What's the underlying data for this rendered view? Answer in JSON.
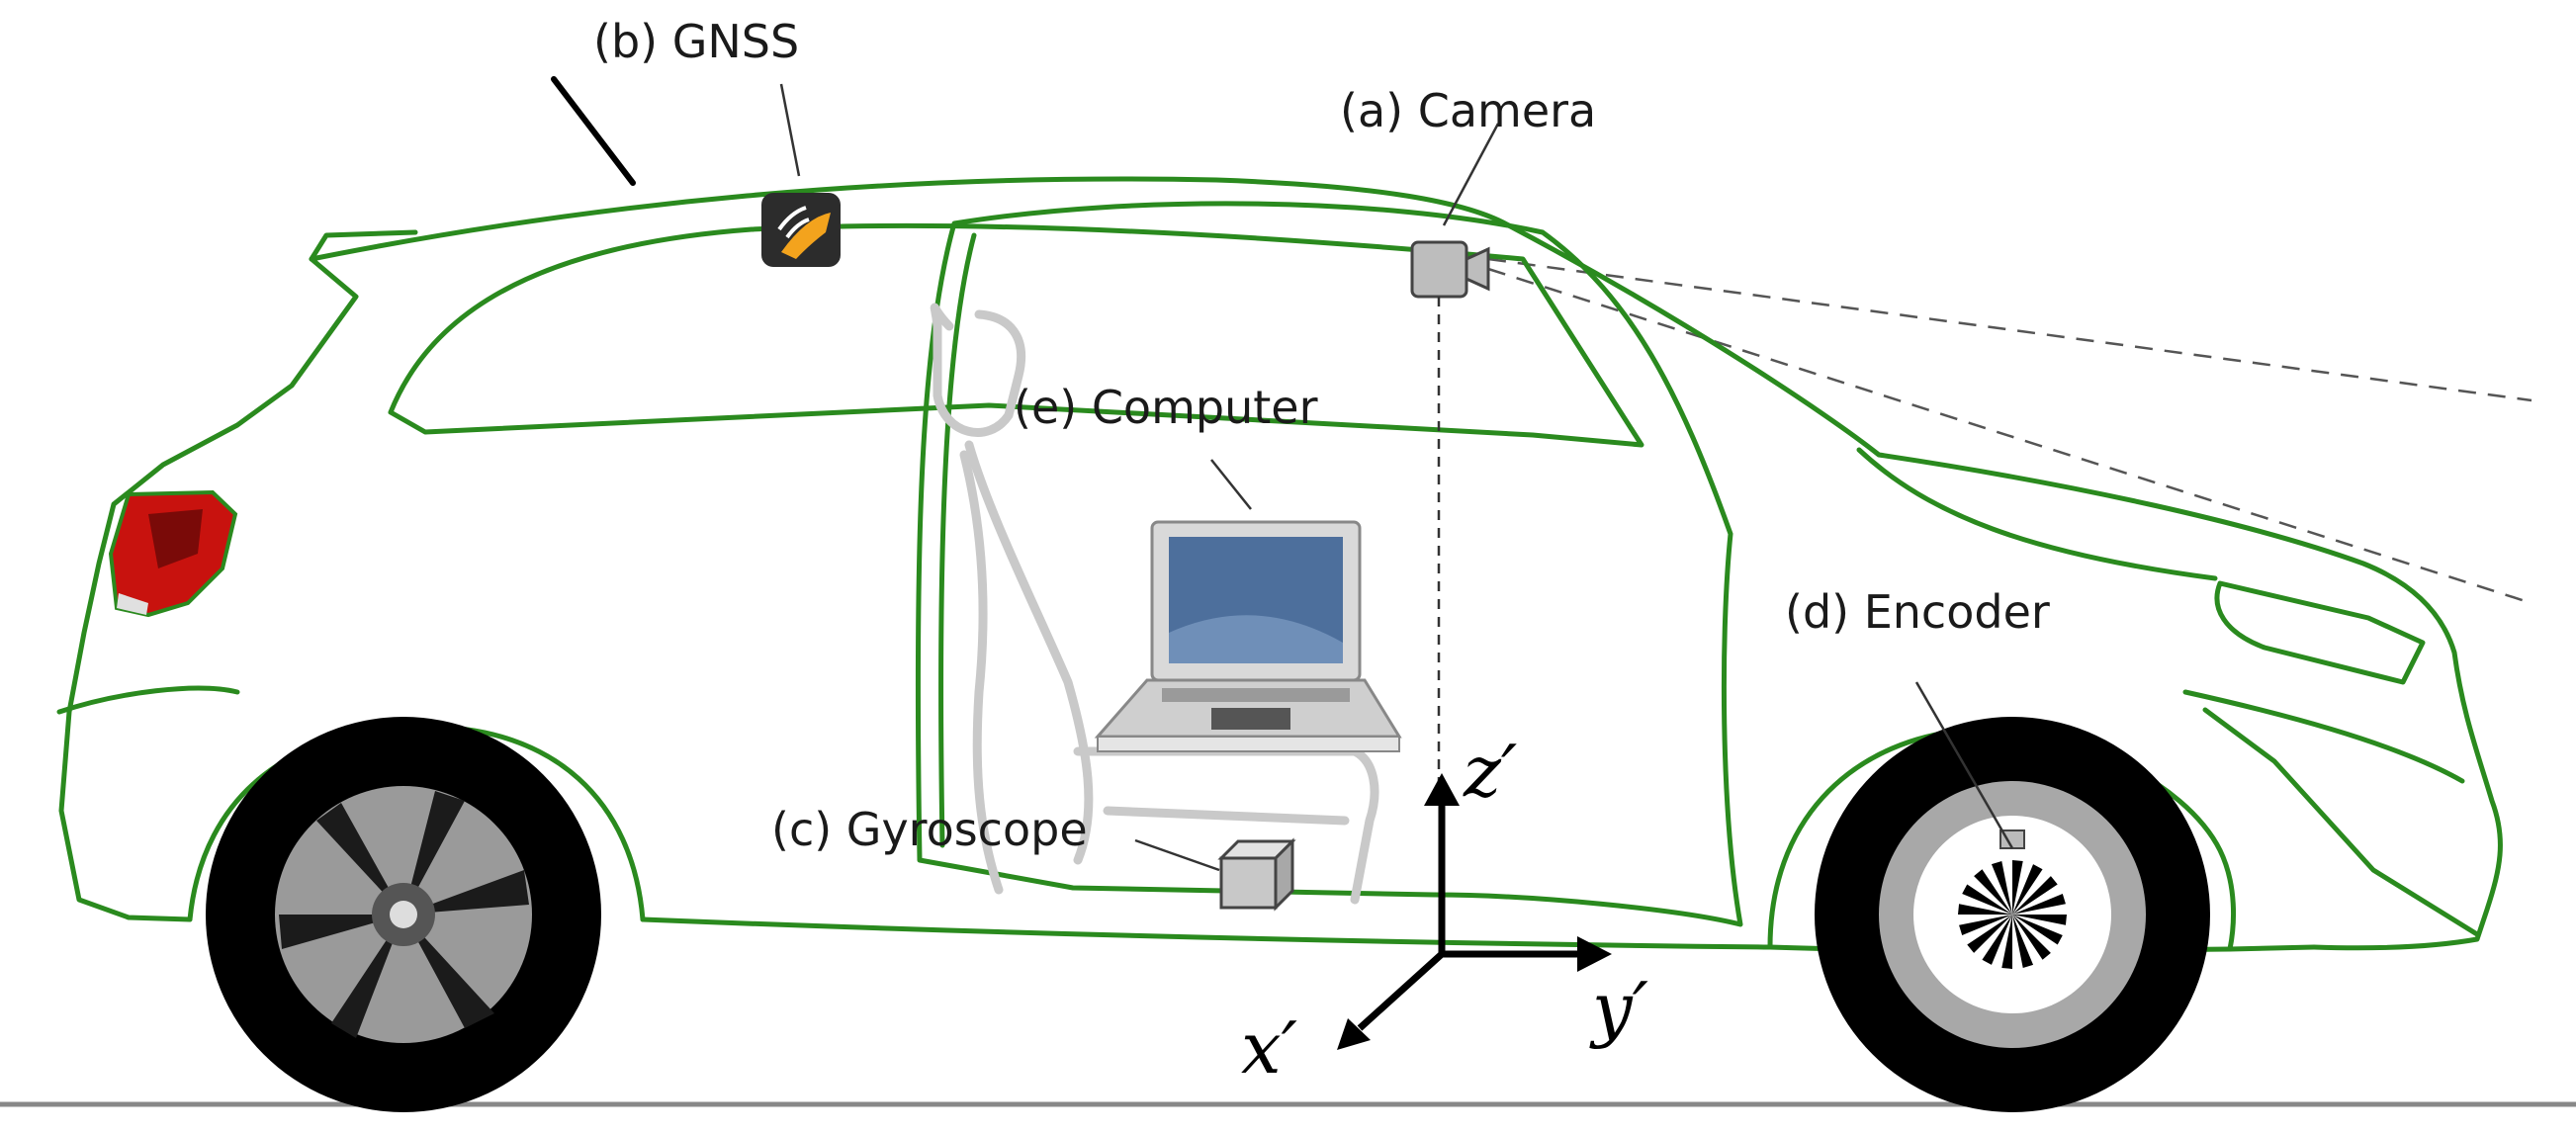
{
  "labels": {
    "camera": "(a) Camera",
    "gnss": "(b) GNSS",
    "gyroscope": "(c) Gyroscope",
    "encoder": "(d) Encoder",
    "computer": "(e) Computer"
  },
  "axes": {
    "x": "x′",
    "y": "y′",
    "z": "z′"
  },
  "colors": {
    "car_outline": "#2a8a1e",
    "tail_light": "#c8120e",
    "tire": "#000000",
    "ground": "#888888"
  },
  "icons": {
    "gnss": "satellite-antenna-icon",
    "camera": "video-camera-icon",
    "computer": "laptop-icon",
    "gyroscope": "cube-icon",
    "encoder": "rotary-encoder-icon"
  }
}
